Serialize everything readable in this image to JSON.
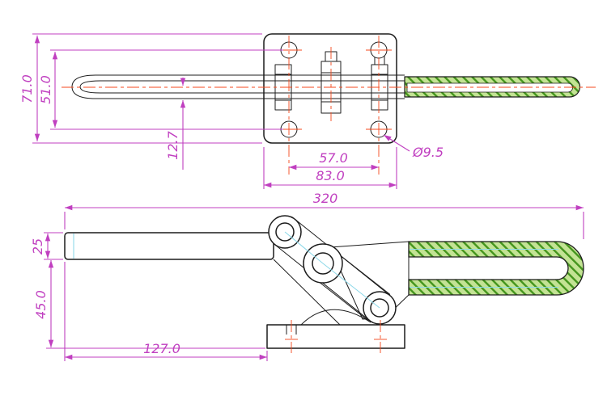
{
  "drawing": {
    "description": "Two-view technical drawing of a latch-type toggle clamp with U-bolt spindle",
    "colors": {
      "background": "#ffffff",
      "outline": "#1c1c1c",
      "dimension": "#c03fc0",
      "centerline": "#f4481c",
      "auxiliary": "#8fd9e9",
      "rod_hatch_bg": "#c3e394",
      "rod_hatch_line": "#44951d"
    },
    "views": {
      "top": {
        "dim_plate_height": "71.0",
        "dim_hole_spacing_v": "51.0",
        "dim_arm_offset": "12.7",
        "dim_hole_spacing_h": "57.0",
        "dim_plate_width": "83.0",
        "dim_hole_diameter": "Ø9.5"
      },
      "side": {
        "dim_overall_length": "320",
        "dim_handle_thickness": "25",
        "dim_base_height": "45.0",
        "dim_base_length": "127.0"
      }
    }
  }
}
